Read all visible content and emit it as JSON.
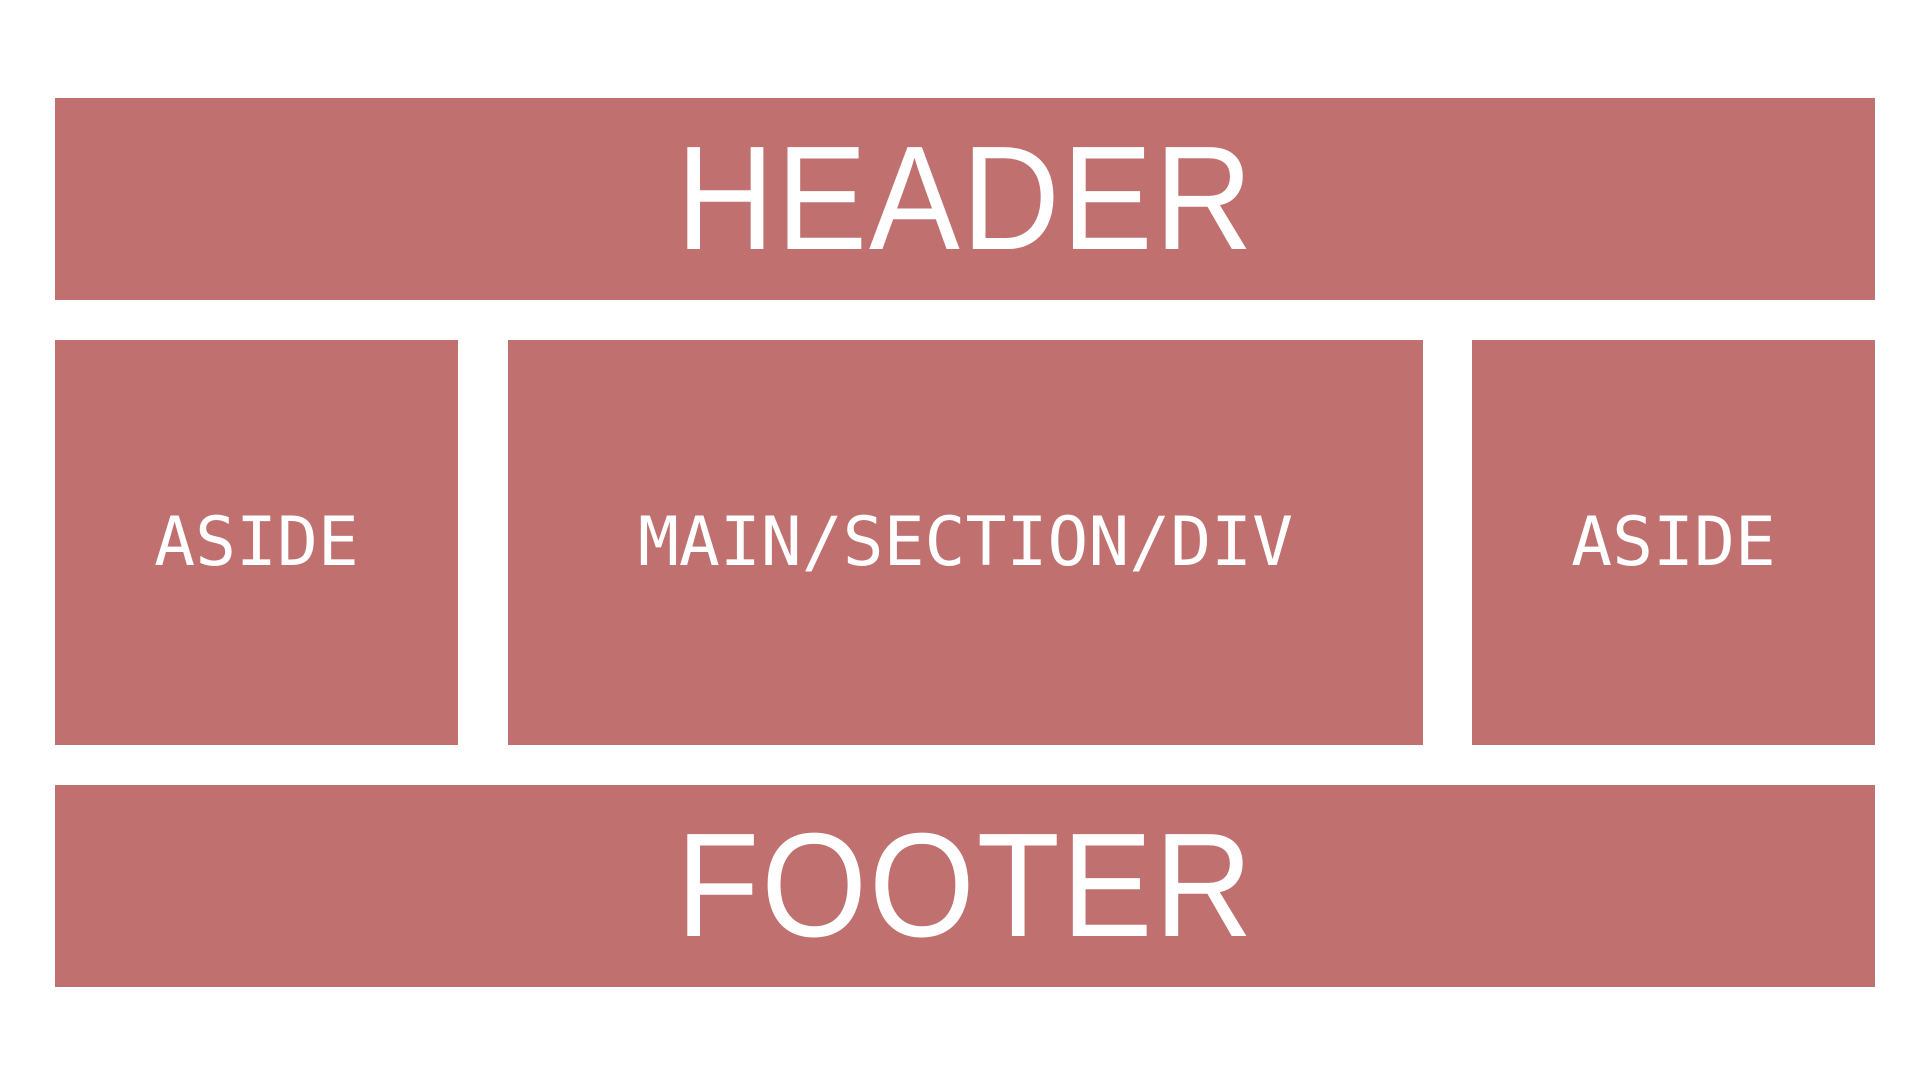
{
  "colors": {
    "block": "#c17070",
    "text": "#ffffff",
    "background": "#ffffff"
  },
  "layout_blocks": {
    "header": "HEADER",
    "aside_left": "ASIDE",
    "main": "MAIN/SECTION/DIV",
    "aside_right": "ASIDE",
    "footer": "FOOTER"
  }
}
